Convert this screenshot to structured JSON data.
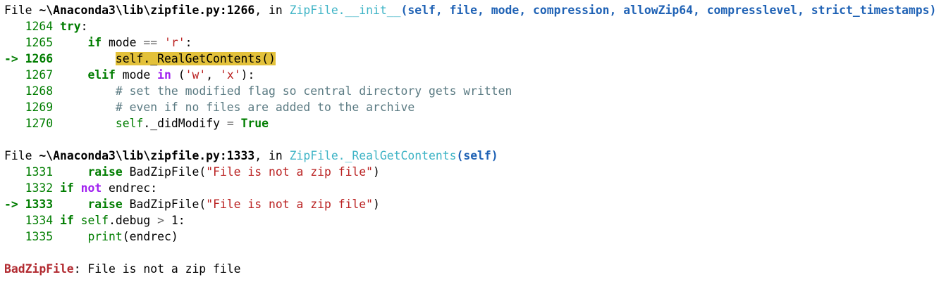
{
  "frames": [
    {
      "file_prefix": "File ",
      "file_path": "~\\Anaconda3\\lib\\zipfile.py:1266",
      "in_text": ", in ",
      "func_name": "ZipFile.__init__",
      "signature": "(self, file, mode, compression, allowZip64, compresslevel, strict_timestamps)",
      "lines": {
        "l1264": {
          "num": "1264 ",
          "kw": "try",
          "rest": ":"
        },
        "l1265": {
          "num": "1265 ",
          "indent": "    ",
          "kw": "if",
          "a": " mode ",
          "op": "==",
          "b": " ",
          "str": "'r'",
          "rest": ":"
        },
        "l1266": {
          "arrow": "-> 1266 ",
          "indent": "        ",
          "code": "self._RealGetContents()"
        },
        "l1267": {
          "num": "1267 ",
          "indent": "    ",
          "kw": "elif",
          "a": " mode ",
          "kwin": "in",
          "b": " (",
          "s1": "'w'",
          "c": ", ",
          "s2": "'x'",
          "rest": "):"
        },
        "l1268": {
          "num": "1268 ",
          "indent": "        ",
          "comment": "# set the modified flag so central directory gets written"
        },
        "l1269": {
          "num": "1269 ",
          "indent": "        ",
          "comment": "# even if no files are added to the archive"
        },
        "l1270": {
          "num": "1270 ",
          "indent": "        ",
          "selfw": "self",
          "a": "._didModify ",
          "op": "=",
          "b": " ",
          "kw": "True"
        }
      }
    },
    {
      "file_prefix": "File ",
      "file_path": "~\\Anaconda3\\lib\\zipfile.py:1333",
      "in_text": ", in ",
      "func_name": "ZipFile._RealGetContents",
      "signature": "(self)",
      "lines": {
        "l1331": {
          "num": "1331 ",
          "indent": "    ",
          "kw": "raise",
          "a": " BadZipFile(",
          "str": "\"File is not a zip file\"",
          "rest": ")"
        },
        "l1332": {
          "num": "1332 ",
          "kw": "if",
          "b": " ",
          "kwin": "not",
          "rest": " endrec:"
        },
        "l1333": {
          "arrow": "-> 1333 ",
          "indent": "    ",
          "kw": "raise",
          "a": " BadZipFile(",
          "str": "\"File is not a zip file\"",
          "rest": ")"
        },
        "l1334": {
          "num": "1334 ",
          "kw": "if",
          "b": " ",
          "selfw": "self",
          "a": ".debug ",
          "op": ">",
          "c": " 1",
          "rest": ":"
        },
        "l1335": {
          "num": "1335 ",
          "indent": "    ",
          "fn": "print",
          "rest": "(endrec)"
        }
      }
    }
  ],
  "error": {
    "type": "BadZipFile",
    "message": ": File is not a zip file"
  },
  "colors": {
    "function": "#3fb4c6",
    "signature": "#1f62b5",
    "keyword": "#007d00",
    "string": "#ba2121",
    "highlight": "#e3c13a",
    "error": "#b22b31"
  }
}
